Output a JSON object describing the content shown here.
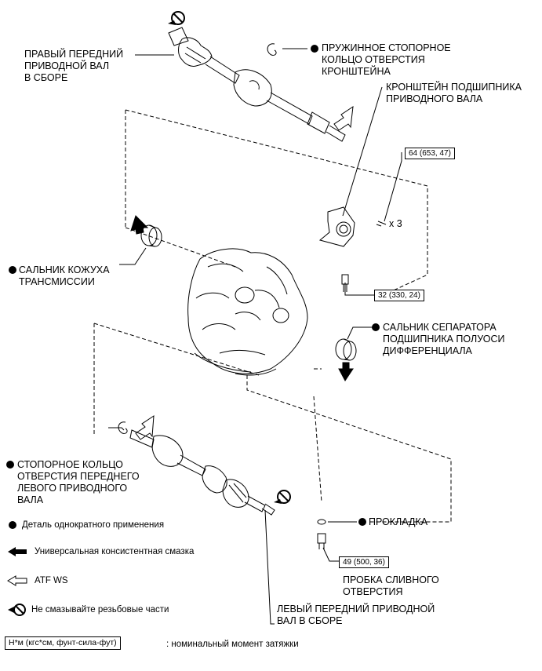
{
  "parts": {
    "right_shaft": "ПРАВЫЙ ПЕРЕДНИЙ\nПРИВОДНОЙ ВАЛ\nВ СБОРЕ",
    "spring_ring": "ПРУЖИННОЕ СТОПОРНОЕ\nКОЛЬЦО ОТВЕРСТИЯ\nКРОНШТЕЙНА",
    "bearing_bracket": "КРОНШТЕЙН ПОДШИПНИКА\nПРИВОДНОГО ВАЛА",
    "case_seal": "САЛЬНИК КОЖУХА\nТРАНСМИССИИ",
    "diff_seal": "САЛЬНИК СЕПАРАТОРА\nПОДШИПНИКА ПОЛУОСИ\nДИФФЕРЕНЦИАЛА",
    "left_snap_ring": "СТОПОРНОЕ КОЛЬЦО\nОТВЕРСТИЯ ПЕРЕДНЕГО\nЛЕВОГО ПРИВОДНОГО\nВАЛА",
    "gasket": "ПРОКЛАДКА",
    "drain_plug": "ПРОБКА СЛИВНОГО\nОТВЕРСТИЯ",
    "left_shaft": "ЛЕВЫЙ ПЕРЕДНИЙ ПРИВОДНОЙ\nВАЛ В СБОРЕ"
  },
  "torques": {
    "bracket_bolts": "64 (653, 47)",
    "bracket_lower_bolt": "32 (330, 24)",
    "drain_plug": "49 (500, 36)"
  },
  "bolt_count": "x 3",
  "legend": {
    "non_reusable": "Деталь однократного применения",
    "grease": "Универсальная консистентная смазка",
    "atf": "ATF WS",
    "no_lube": "Не смазывайте резьбовые части",
    "torque_symbol": "Н*м (кгс*см, фунт-сила-фут)",
    "torque_desc": ": номинальный момент затяжки"
  }
}
